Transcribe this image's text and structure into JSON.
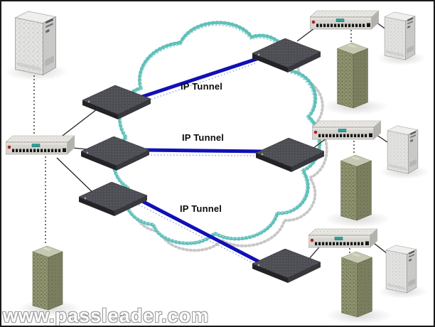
{
  "diagram": {
    "type": "network-topology",
    "tunnels": [
      {
        "label": "IP Tunnel"
      },
      {
        "label": "IP Tunnel"
      },
      {
        "label": "IP Tunnel"
      }
    ],
    "cloud": {
      "name": "ip-network-cloud"
    },
    "sites": {
      "left_hub": {
        "devices": [
          "workstation",
          "router",
          "switch",
          "switch",
          "switch",
          "server"
        ]
      },
      "remote": [
        {
          "devices": [
            "switch",
            "router",
            "server",
            "workstation"
          ]
        },
        {
          "devices": [
            "switch",
            "router",
            "server",
            "workstation"
          ]
        },
        {
          "devices": [
            "switch",
            "router",
            "server",
            "workstation"
          ]
        }
      ]
    },
    "watermark": "www.passleader.com",
    "colors": {
      "tunnel_line": "#1010b6",
      "cloud_outline": "#5fc0ba",
      "link_line": "#222222"
    }
  }
}
